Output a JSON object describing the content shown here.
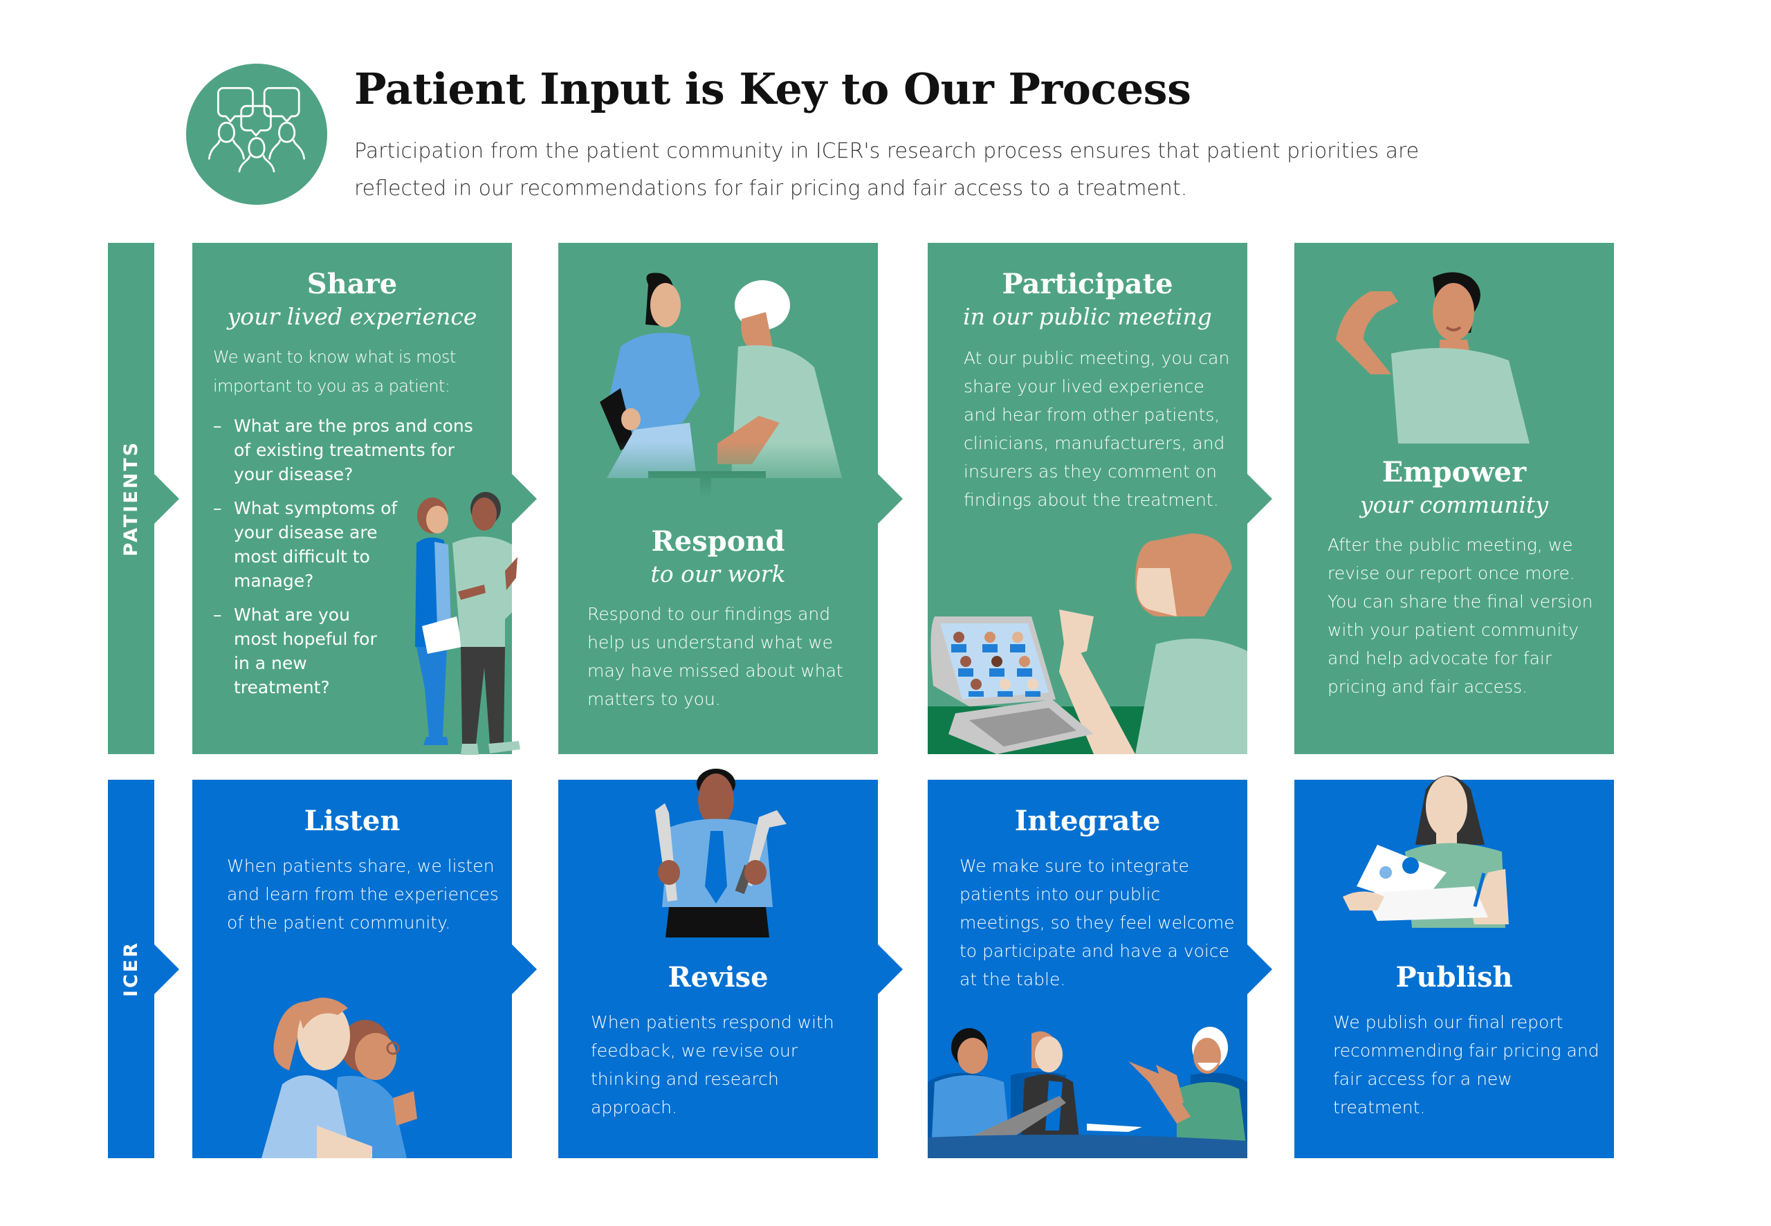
{
  "header": {
    "icon": "group-discussion-icon",
    "title": "Patient Input is Key to Our Process",
    "subtitle": "Participation from the patient community in ICER's research process ensures that patient priorities are reflected in our recommendations for fair pricing and fair access to a treatment."
  },
  "colors": {
    "patients_green": "#4FA384",
    "icer_blue": "#0470D1",
    "light_green": "#A3D0BE",
    "title_text": "#111111"
  },
  "lanes": {
    "patients": "PATIENTS",
    "icer": "ICER"
  },
  "patients_steps": [
    {
      "heading": "Share",
      "subheading": "your lived experience",
      "intro": "We want to know what is most important to you as a patient:",
      "bullet_marker": "–",
      "questions": [
        "What are the pros and cons of existing treatments for your disease?",
        "What symptoms of your disease are most difficult to manage?",
        "What are you most hopeful for in a new treatment?"
      ],
      "illustration": "two-people-talking-illustration"
    },
    {
      "heading": "Respond",
      "subheading": "to our work",
      "body": "Respond to our findings and help us understand what we may have missed about what matters to you.",
      "illustration": "clinician-with-patient-illustration"
    },
    {
      "heading": "Participate",
      "subheading": "in our public meeting",
      "body": "At our public meeting, you can share your lived experience and hear from other patients, clinicians, manufacturers, and insurers as they comment on findings about the treatment.",
      "illustration": "video-meeting-laptop-illustration"
    },
    {
      "heading": "Empower",
      "subheading": "your community",
      "body": "After the public meeting, we revise our report once more. You can share the final version with your patient community and help advocate for fair pricing and fair access.",
      "illustration": "flexing-woman-illustration"
    }
  ],
  "icer_steps": [
    {
      "heading": "Listen",
      "body": "When patients share, we listen and learn from the experiences of the patient community.",
      "illustration": "two-people-listening-illustration"
    },
    {
      "heading": "Revise",
      "body": "When patients respond with feedback, we revise our thinking and research approach.",
      "illustration": "man-with-tools-illustration"
    },
    {
      "heading": "Integrate",
      "body": "We make sure to integrate patients into our public meetings, so they feel welcome to participate and have a voice at the table.",
      "illustration": "meeting-table-illustration"
    },
    {
      "heading": "Publish",
      "body": "We publish our final report recommending fair pricing and fair access for a new treatment.",
      "illustration": "woman-with-report-illustration"
    }
  ]
}
